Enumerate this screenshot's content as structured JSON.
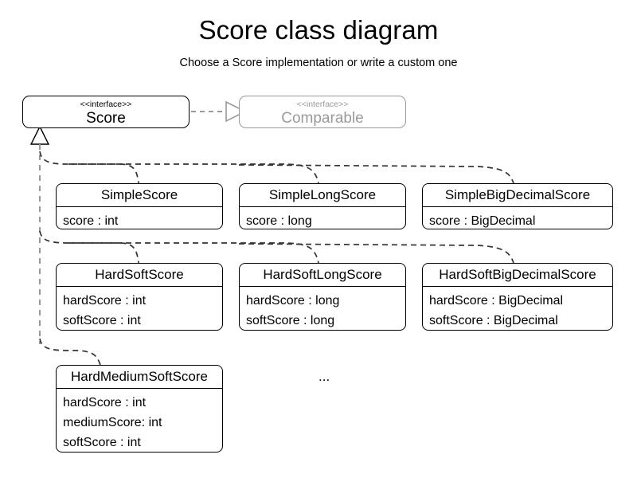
{
  "header": {
    "title": "Score class diagram",
    "subtitle": "Choose a Score implementation or write a custom one"
  },
  "stereotype": "<<interface>>",
  "interfaces": [
    {
      "name": "Score",
      "stereotype": "<<interface>>",
      "muted": false
    },
    {
      "name": "Comparable",
      "stereotype": "<<interface>>",
      "muted": true
    }
  ],
  "classes": [
    {
      "name": "SimpleScore",
      "attributes": [
        "score : int"
      ]
    },
    {
      "name": "SimpleLongScore",
      "attributes": [
        "score : long"
      ]
    },
    {
      "name": "SimpleBigDecimalScore",
      "attributes": [
        "score : BigDecimal"
      ]
    },
    {
      "name": "HardSoftScore",
      "attributes": [
        "hardScore : int",
        "softScore : int"
      ]
    },
    {
      "name": "HardSoftLongScore",
      "attributes": [
        "hardScore : long",
        "softScore : long"
      ]
    },
    {
      "name": "HardSoftBigDecimalScore",
      "attributes": [
        "hardScore : BigDecimal",
        "softScore : BigDecimal"
      ]
    },
    {
      "name": "HardMediumSoftScore",
      "attributes": [
        "hardScore : int",
        "mediumScore: int",
        "softScore : int"
      ]
    }
  ],
  "more_indicator": "...",
  "colors": {
    "stroke": "#000000",
    "muted_stroke": "#9a9a9a",
    "trunk": "#9a9a9a",
    "background": "#ffffff"
  }
}
